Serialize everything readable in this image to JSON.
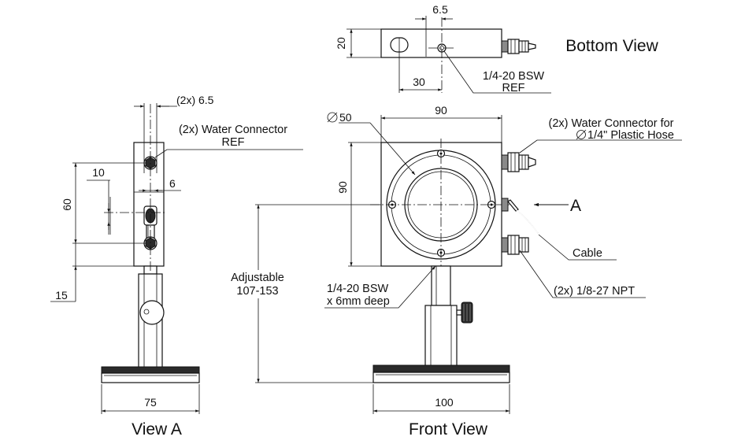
{
  "views": {
    "bottom": {
      "title": "Bottom View",
      "dim_thickness": "20",
      "dim_hole_width": "6.5",
      "dim_offset": "30",
      "callout_line1": "1/4-20 BSW",
      "callout_line2": "REF"
    },
    "side": {
      "title": "View A",
      "dim_top_hole": "(2x) 6.5",
      "callout_water_line1": "(2x) Water Connector",
      "callout_water_line2": "REF",
      "dim_10": "10",
      "dim_6": "6",
      "dim_60": "60",
      "dim_15": "15",
      "dim_base": "75"
    },
    "front": {
      "title": "Front View",
      "dim_diameter": "50",
      "dim_width": "90",
      "dim_height": "90",
      "callout_water_line1": "(2x) Water Connector for",
      "callout_water_line2": "1/4\" Plastic Hose",
      "arrow_label": "A",
      "callout_cable": "Cable",
      "callout_npt": "(2x) 1/8-27 NPT",
      "adjustable_line1": "Adjustable",
      "adjustable_line2": "107-153",
      "callout_thread_line1": "1/4-20 BSW",
      "callout_thread_line2": "x 6mm deep",
      "dim_base": "100"
    }
  }
}
